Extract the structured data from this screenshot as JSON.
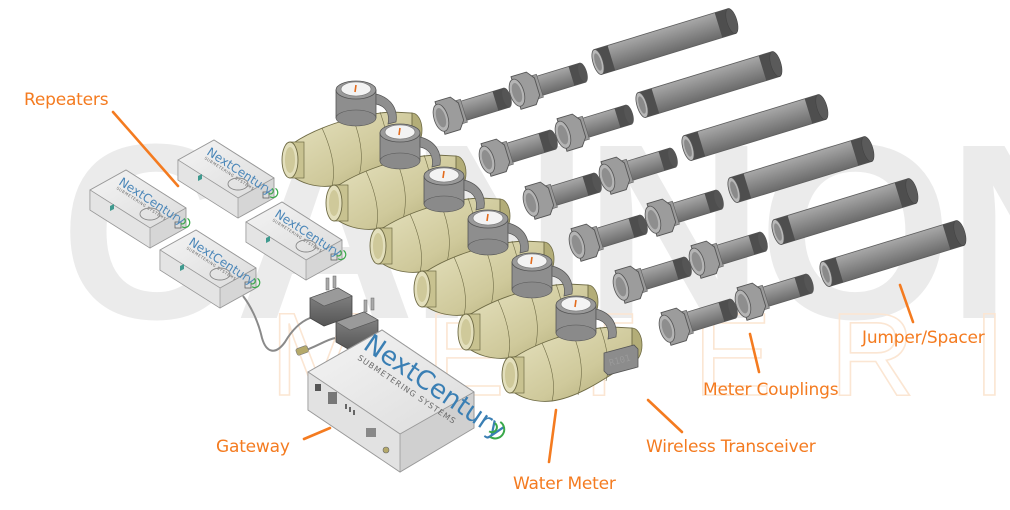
{
  "figure": {
    "type": "exploded component diagram",
    "accent_color": "#f47b20",
    "watermark": {
      "primary": "CANNON",
      "secondary": "METERING",
      "primary_color": "#ebebeb",
      "secondary_color": "#fbe6d3"
    },
    "brand": {
      "name": "NextCentury",
      "tagline": "SUBMETERING SYSTEMS",
      "name_color": "#4a86b8",
      "signal_color": "#3aa84a"
    },
    "callouts": [
      {
        "id": "repeaters",
        "label": "Repeaters"
      },
      {
        "id": "gateway",
        "label": "Gateway"
      },
      {
        "id": "water-meter",
        "label": "Water Meter"
      },
      {
        "id": "wireless-transceiver",
        "label": "Wireless Transceiver"
      },
      {
        "id": "meter-couplings",
        "label": "Meter Couplings"
      },
      {
        "id": "jumper-spacer",
        "label": "Jumper/Spacer"
      }
    ],
    "components": {
      "repeater_count": 4,
      "power_adapter_count": 2,
      "gateway_count": 1,
      "water_meter_count": 6,
      "meter_coupling_count": 12,
      "jumper_spacer_count": 6,
      "transceiver_code": "R101"
    }
  }
}
